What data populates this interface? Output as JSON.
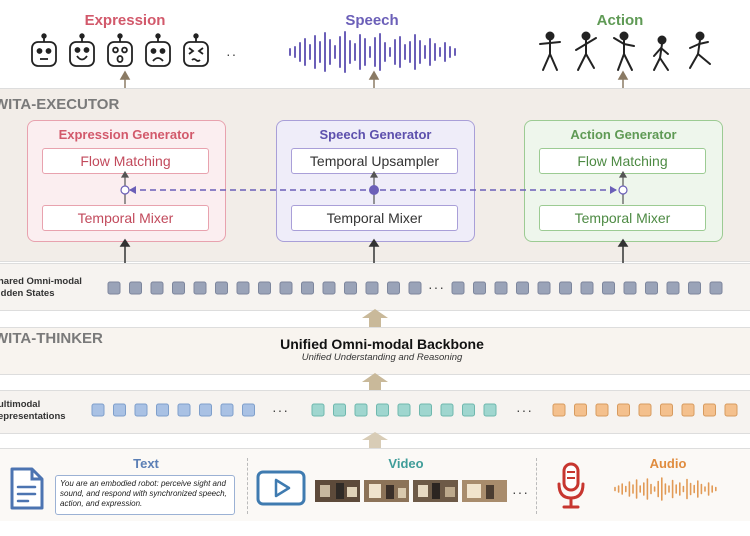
{
  "outputs": {
    "expression": "Expression",
    "speech": "Speech",
    "action": "Action",
    "ellipsis": "··"
  },
  "executor": {
    "label": "WITA-EXECUTOR",
    "expression_generator": {
      "title": "Expression Generator",
      "top": "Flow Matching",
      "bottom": "Temporal Mixer"
    },
    "speech_generator": {
      "title": "Speech Generator",
      "top": "Temporal Upsampler",
      "bottom": "Temporal Mixer"
    },
    "action_generator": {
      "title": "Action Generator",
      "top": "Flow Matching",
      "bottom": "Temporal Mixer"
    }
  },
  "hidden_states": {
    "label_line1": "hared Omni-modal",
    "label_line2": "idden States",
    "ellipsis": "···"
  },
  "thinker": {
    "label": "WITA-THINKER",
    "title": "Unified Omni-modal Backbone",
    "subtitle": "Unified Understanding and Reasoning"
  },
  "multimodal": {
    "label_line1": "ultimodal",
    "label_line2": "epresentations",
    "ellipsis": "···"
  },
  "inputs": {
    "text_title": "Text",
    "text_prompt": "You are an embodied robot: perceive sight and sound, and respond with synchronized speech, action, and expression.",
    "video_title": "Video",
    "audio_title": "Audio",
    "ellipsis": "···"
  },
  "colors": {
    "expression": "#d2596b",
    "speech": "#6b5fb8",
    "action": "#5f9a55",
    "token_gray": "#9aa3b8",
    "token_blue": "#a9c1e4",
    "token_teal": "#9fd6cf",
    "token_orange": "#f4c08d"
  }
}
